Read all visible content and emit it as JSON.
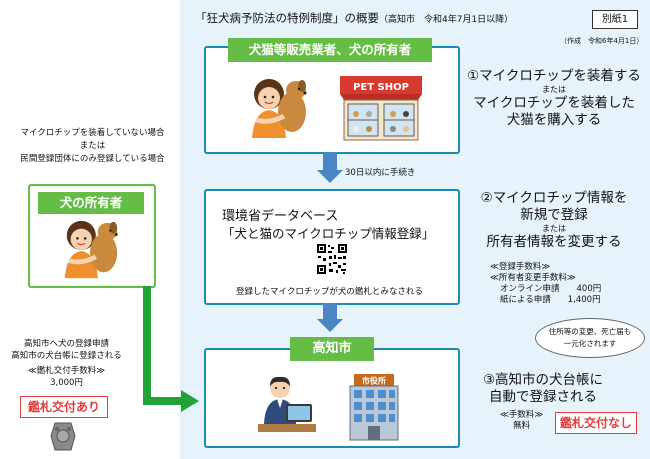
{
  "title": "「狂犬病予防法の特例制度」の概要",
  "title_sub": "（高知市　令和4年7月1日以降）",
  "annex": "別紙1",
  "created": "（作成　令和6年4月1日）",
  "top_box": {
    "header": "犬猫等販売業者、犬の所有者",
    "shop_sign": "PET SHOP"
  },
  "arrow_label_1": "30日以内に手続き",
  "db_box": {
    "line1": "環境省データベース",
    "line2": "「犬と猫のマイクロチップ情報登録」",
    "caption": "登録したマイクロチップが犬の鑑札とみなされる"
  },
  "city_box": {
    "header": "高知市",
    "building_sign": "市役所"
  },
  "step1": {
    "line1": "①マイクロチップを装着する",
    "or": "または",
    "line2": "マイクロチップを装着した",
    "line3": "犬猫を購入する"
  },
  "step2": {
    "line1": "②マイクロチップ情報を",
    "line2": "新規で登録",
    "or": "または",
    "line3": "所有者情報を変更する",
    "fee1": "≪登録手数料≫",
    "fee2": "≪所有者変更手数料≫",
    "fee3": "オンライン申請　　400円",
    "fee4": "紙による申請　　1,400円"
  },
  "step3": {
    "line1": "③高知市の犬台帳に",
    "line2": "自動で登録される",
    "fee1": "≪手数料≫",
    "fee2": "無料"
  },
  "bubble": {
    "line1": "住所等の変更、死亡届も",
    "line2": "一元化されます"
  },
  "no_tag": "鑑札交付なし",
  "left": {
    "note1": "マイクロチップを装着していない場合",
    "note2": "または",
    "note3": "民間登録団体にのみ登録している場合",
    "owner_header": "犬の所有者",
    "reg1": "高知市へ犬の登録申請",
    "reg2": "高知市の犬台帳に登録される",
    "fee1": "≪鑑札交付手数料≫",
    "fee2": "3,000円",
    "tag": "鑑札交付あり"
  },
  "colors": {
    "panel": "#e6f3fb",
    "box_border": "#1b8bb3",
    "header_green": "#66bd45",
    "arrow_blue": "#4a86c5",
    "arrow_green": "#21a33a",
    "red": "#e23c3c"
  }
}
